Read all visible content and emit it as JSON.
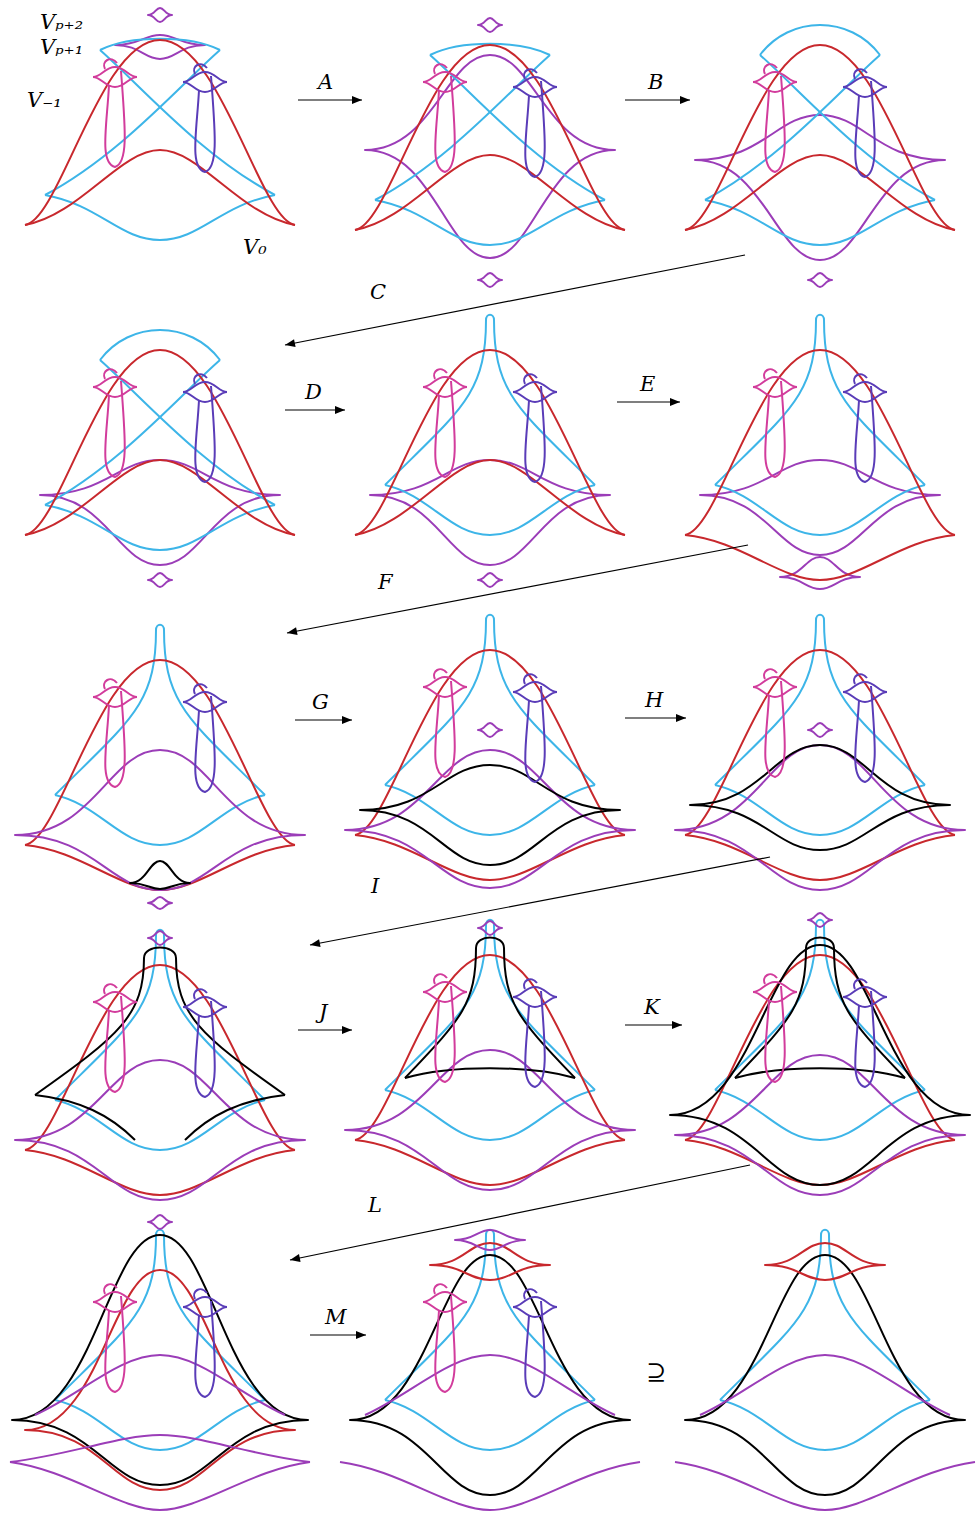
{
  "diagram": {
    "labels": [
      "Vₚ₊₂",
      "Vₚ₊₁",
      "V₋₁",
      "V₀",
      "A",
      "B",
      "C",
      "D",
      "E",
      "F",
      "G",
      "H",
      "I",
      "J",
      "K",
      "L",
      "M",
      "⊇"
    ]
  }
}
